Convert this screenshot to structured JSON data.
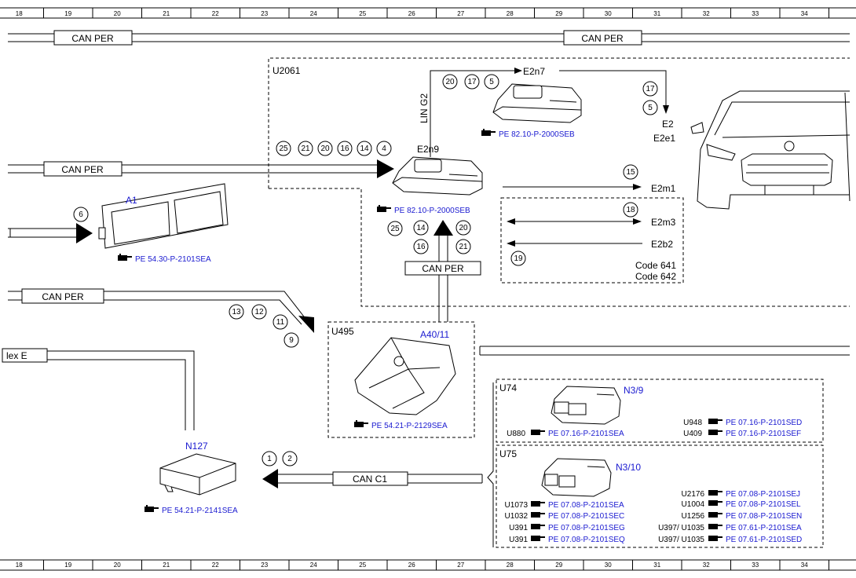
{
  "ruler": {
    "numbers": [
      "18",
      "19",
      "20",
      "21",
      "22",
      "23",
      "24",
      "25",
      "26",
      "27",
      "28",
      "29",
      "30",
      "31",
      "32",
      "33",
      "34"
    ]
  },
  "buses": {
    "can_per_top_left": "CAN PER",
    "can_per_top_right": "CAN PER",
    "can_per_middle": "CAN PER",
    "can_per_left_lower": "CAN PER",
    "can_per_vertical": "CAN PER",
    "lin_g2": "LIN G2",
    "flex_e": "lex E",
    "can_c1": "CAN C1"
  },
  "groups": {
    "u2061": "U2061",
    "u495": "U495",
    "u74": "U74",
    "u75": "U75",
    "codes": [
      "Code 641",
      "Code 642"
    ]
  },
  "components": {
    "e2n7": "E2n7",
    "e2n9": "E2n9",
    "e2": "E2",
    "e2e1": "E2e1",
    "e2m1": "E2m1",
    "e2m3": "E2m3",
    "e2b2": "E2b2",
    "a1": "A1",
    "a40_11": "A40/11",
    "n127": "N127",
    "n3_9": "N3/9",
    "n3_10": "N3/10"
  },
  "refs": {
    "e2n7": "PE 82.10-P-2000SEB",
    "e2n9": "PE 82.10-P-2000SEB",
    "a1": "PE 54.30-P-2101SEA",
    "a40_11": "PE 54.21-P-2129SEA",
    "n127": "PE 54.21-P-2141SEA",
    "u74": [
      {
        "code": "U880",
        "ref": "PE 07.16-P-2101SEA"
      },
      {
        "code": "U948",
        "ref": "PE 07.16-P-2101SED"
      },
      {
        "code": "U409",
        "ref": "PE 07.16-P-2101SEF"
      }
    ],
    "u75_left": [
      {
        "code": "U1073",
        "ref": "PE 07.08-P-2101SEA"
      },
      {
        "code": "U1032",
        "ref": "PE 07.08-P-2101SEC"
      },
      {
        "code": "U391",
        "ref": "PE 07.08-P-2101SEG"
      },
      {
        "code": "U391",
        "ref": "PE 07.08-P-2101SEQ"
      }
    ],
    "u75_right": [
      {
        "code": "U2176",
        "ref": "PE 07.08-P-2101SEJ"
      },
      {
        "code": "U1004",
        "ref": "PE 07.08-P-2101SEL"
      },
      {
        "code": "U1256",
        "ref": "PE 07.08-P-2101SEN"
      },
      {
        "code": "U397/ U1035",
        "ref": "PE 07.61-P-2101SEA"
      },
      {
        "code": "U397/ U1035",
        "ref": "PE 07.61-P-2101SED"
      }
    ]
  },
  "signals": {
    "lin": [
      "20",
      "17",
      "5"
    ],
    "e2": [
      "17",
      "5"
    ],
    "can_in": [
      "25",
      "21",
      "20",
      "16",
      "14",
      "4"
    ],
    "e2m1": [
      "15"
    ],
    "e2m3": [
      "18"
    ],
    "e2b2": [
      "19"
    ],
    "a1": [
      "6"
    ],
    "up_left": [
      "25",
      "14",
      "16"
    ],
    "up_right": [
      "20",
      "21"
    ],
    "a40": [
      "13",
      "12",
      "11",
      "9"
    ],
    "n127": [
      "1",
      "2"
    ]
  },
  "colors": {
    "line": "#000000",
    "component_label": "#1a1ad0",
    "reference_text": "#1a1ad0",
    "background": "#ffffff"
  },
  "icons": {
    "ref_pointer": "pointing-hand-icon",
    "vehicle": "car-front-icon"
  }
}
